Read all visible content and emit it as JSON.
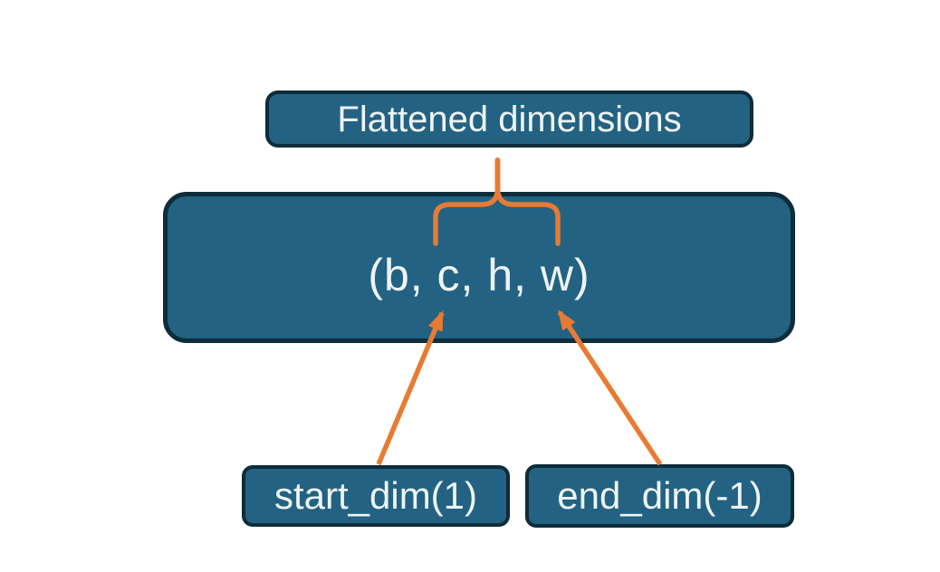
{
  "diagram": {
    "colors": {
      "node_fill": "#236282",
      "node_border": "#0e2c3a",
      "accent_orange": "#e87b33",
      "node_text": "#eef4f5",
      "canvas_bg": "#ffffff"
    },
    "nodes": {
      "flattened": {
        "label": "Flattened dimensions"
      },
      "tensor": {
        "label": "(b, c, h, w)"
      },
      "start_dim": {
        "label": "start_dim(1)"
      },
      "end_dim": {
        "label": "end_dim(-1)"
      }
    },
    "connectors": [
      {
        "name": "flattened-brace",
        "type": "curly-brace",
        "from": "flattened",
        "to": "tensor"
      },
      {
        "name": "start-dim-arrow",
        "type": "arrow",
        "from": "start_dim",
        "to": "tensor"
      },
      {
        "name": "end-dim-arrow",
        "type": "arrow",
        "from": "end_dim",
        "to": "tensor"
      }
    ]
  }
}
